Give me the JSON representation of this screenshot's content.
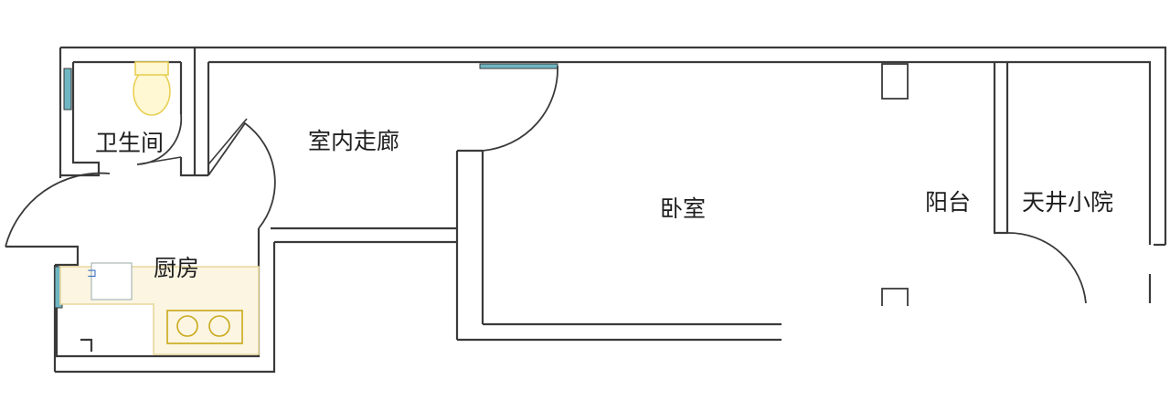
{
  "floor_plan": {
    "rooms": [
      {
        "id": "bathroom",
        "label": "卫生间"
      },
      {
        "id": "corridor",
        "label": "室内走廊"
      },
      {
        "id": "bedroom",
        "label": "卧室"
      },
      {
        "id": "balcony",
        "label": "阳台"
      },
      {
        "id": "courtyard",
        "label": "天井小院"
      },
      {
        "id": "kitchen",
        "label": "厨房"
      }
    ],
    "colors": {
      "wall": "#3a3a3a",
      "window": "#6fb6c2",
      "kitchen_counter": "#fbf5e2",
      "stove": "#c9a818",
      "toilet": "#fff8d2"
    }
  }
}
